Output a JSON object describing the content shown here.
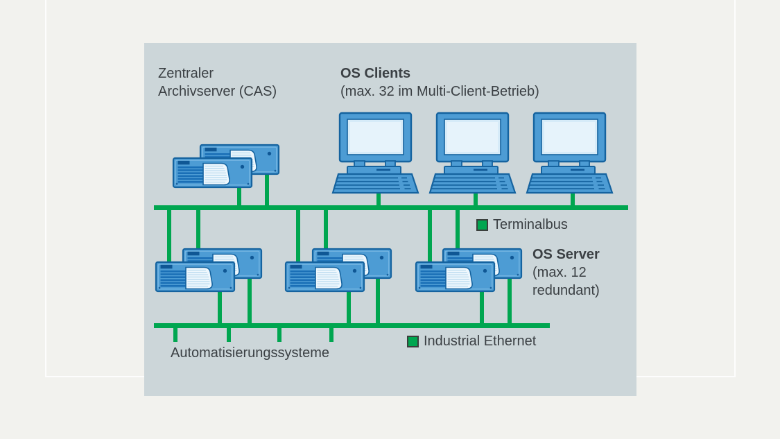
{
  "figure": {
    "type": "network-architecture-diagram",
    "background": "#f2f2ee",
    "panel_background": "#ccd6d9"
  },
  "colors": {
    "network_green": "#00a650",
    "device_blue": "#4d9cd4",
    "device_outline_blue": "#15639f",
    "device_detail_dark_blue": "#0f5795",
    "screen_light_blue": "#d6ebf8",
    "text": "#3b4044"
  },
  "labels": {
    "cas": {
      "line1": "Zentraler",
      "line2": "Archivserver (CAS)"
    },
    "os_clients": {
      "title": "OS Clients",
      "subtitle": "(max. 32 im Multi-Client-Betrieb)"
    },
    "os_server": {
      "title": "OS Server",
      "line2": "(max. 12",
      "line3": "redundant)"
    },
    "automation": "Automatisierungssysteme"
  },
  "legends": [
    {
      "label": "Terminalbus",
      "swatch_color": "#00a650"
    },
    {
      "label": "Industrial Ethernet",
      "swatch_color": "#00a650"
    }
  ],
  "devices": {
    "os_client_workstations": 3,
    "os_server_redundant_pairs": 3,
    "cas_servers": 2,
    "automation_system_connections": 4
  }
}
